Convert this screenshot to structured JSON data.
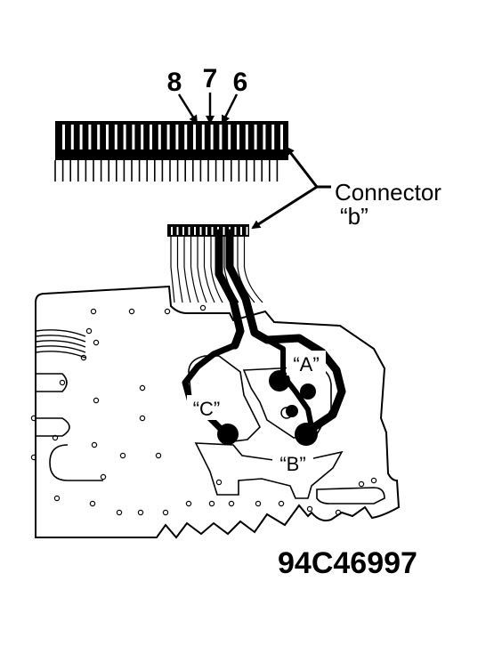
{
  "pins": {
    "left": "8",
    "middle": "7",
    "right": "6"
  },
  "connector": {
    "line1": "Connector",
    "line2": "“b”"
  },
  "pads": {
    "a": "“A”",
    "b": "“B”",
    "c": "“C”"
  },
  "figure_id": "94C46997",
  "colors": {
    "ink": "#000000",
    "paper": "#ffffff"
  }
}
